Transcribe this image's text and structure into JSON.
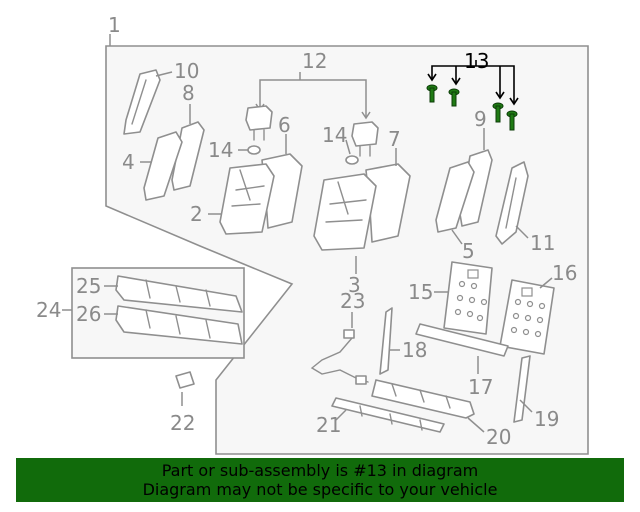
{
  "diagram": {
    "callouts": {
      "c1": "1",
      "c2": "2",
      "c3": "3",
      "c4": "4",
      "c5": "5",
      "c6": "6",
      "c7": "7",
      "c8": "8",
      "c9": "9",
      "c10": "10",
      "c11": "11",
      "c12": "12",
      "c13": "13",
      "c14a": "14",
      "c14b": "14",
      "c15": "15",
      "c16": "16",
      "c17": "17",
      "c18": "18",
      "c19": "19",
      "c20": "20",
      "c21": "21",
      "c22": "22",
      "c23": "23",
      "c24": "24",
      "c25": "25",
      "c26": "26"
    },
    "highlighted_part": "13",
    "colors": {
      "line": "#8f8f8f",
      "highlight_fastener": "#1f7a14",
      "banner_background": "#116b0b",
      "panel_background": "#f7f7f7"
    }
  },
  "banner": {
    "line1": "Part or sub-assembly is #13 in diagram",
    "line2": "Diagram may not be specific to your vehicle"
  }
}
